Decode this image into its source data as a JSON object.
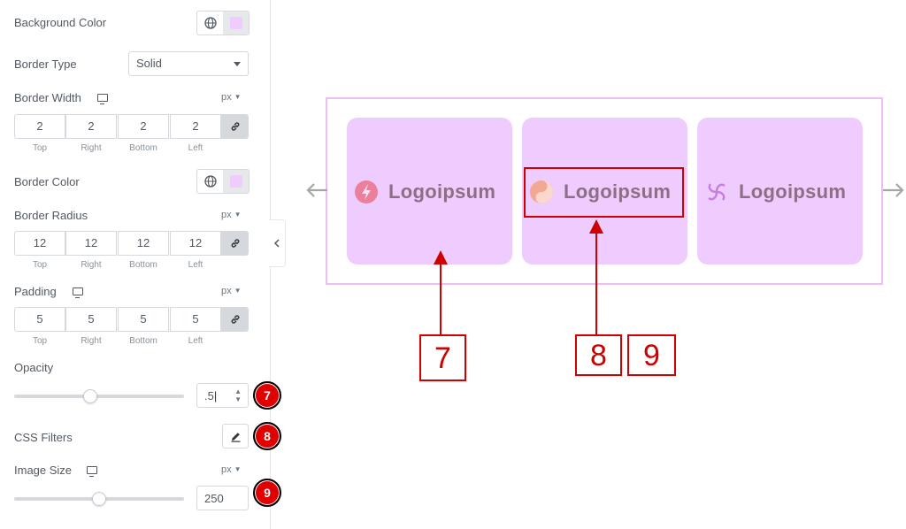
{
  "panel": {
    "background_color": {
      "label": "Background Color",
      "swatch": "#eeccfd"
    },
    "border_type": {
      "label": "Border Type",
      "value": "Solid"
    },
    "border_width": {
      "label": "Border Width",
      "unit": "px",
      "values": [
        "2",
        "2",
        "2",
        "2"
      ],
      "sides": [
        "Top",
        "Right",
        "Bottom",
        "Left"
      ]
    },
    "border_color": {
      "label": "Border Color",
      "swatch": "#eeccfd"
    },
    "border_radius": {
      "label": "Border Radius",
      "unit": "px",
      "values": [
        "12",
        "12",
        "12",
        "12"
      ],
      "sides": [
        "Top",
        "Right",
        "Bottom",
        "Left"
      ]
    },
    "padding": {
      "label": "Padding",
      "unit": "px",
      "values": [
        "5",
        "5",
        "5",
        "5"
      ],
      "sides": [
        "Top",
        "Right",
        "Bottom",
        "Left"
      ]
    },
    "opacity": {
      "label": "Opacity",
      "value": ".5",
      "slider_fraction": 0.5
    },
    "css_filters": {
      "label": "CSS Filters"
    },
    "image_size": {
      "label": "Image Size",
      "unit": "px",
      "value": "250",
      "slider_fraction": 0.5
    }
  },
  "badges": {
    "opacity": "7",
    "css_filters": "8",
    "image_size": "9"
  },
  "preview": {
    "logos": [
      "Logoipsum",
      "Logoipsum",
      "Logoipsum"
    ],
    "callouts": [
      "7",
      "8",
      "9"
    ]
  },
  "colors": {
    "accent_red": "#d00000",
    "slide_bg": "#eeccfd",
    "carousel_border": "#eebdf5",
    "logo_text": "#8c6f86"
  }
}
